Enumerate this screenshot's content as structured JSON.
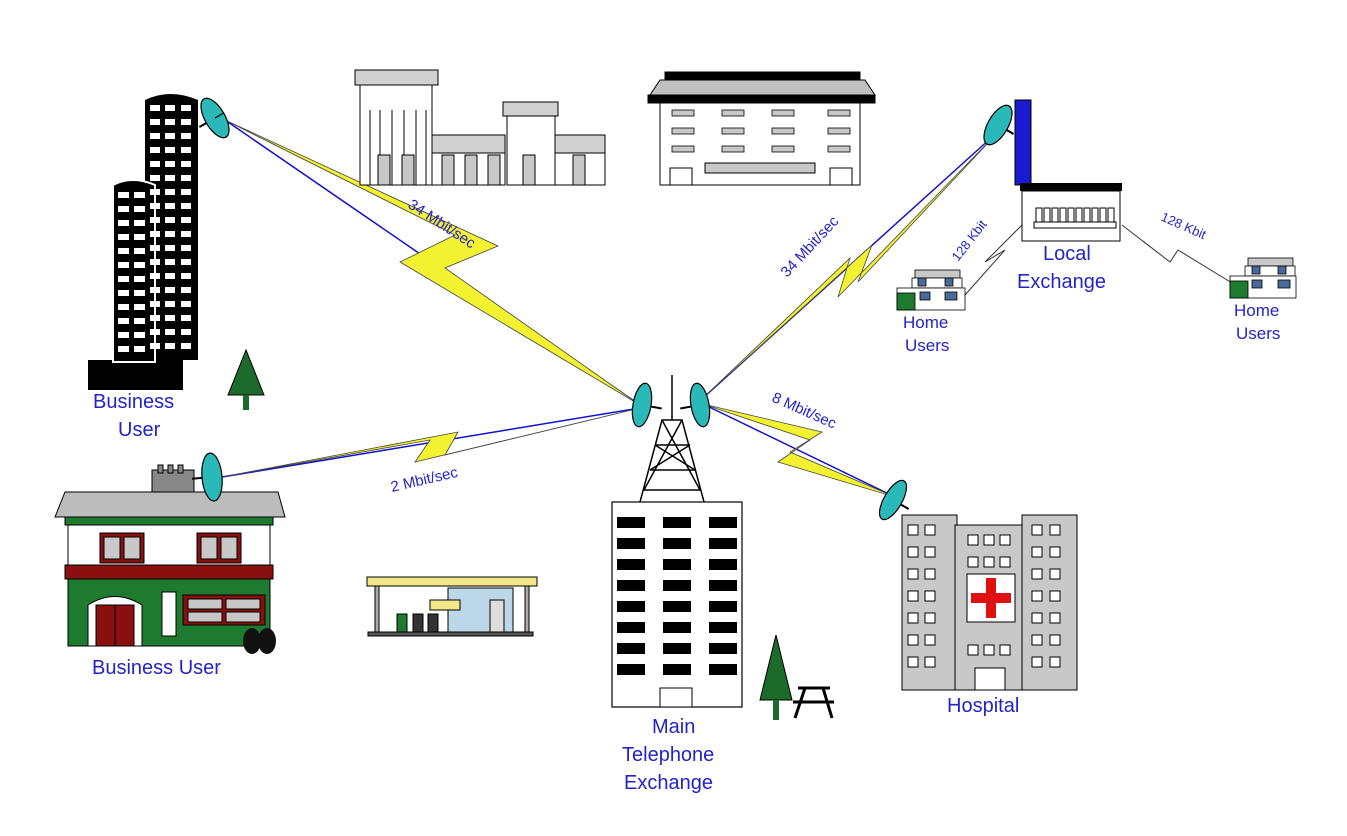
{
  "labels": {
    "business_user_tower": [
      "Business",
      "User"
    ],
    "business_user_house": "Business User",
    "main_exchange": [
      "Main",
      "Telephone",
      "Exchange"
    ],
    "local_exchange": [
      "Local",
      "Exchange"
    ],
    "home_users_left": [
      "Home",
      "Users"
    ],
    "home_users_right": [
      "Home",
      "Users"
    ],
    "hospital": "Hospital"
  },
  "links": {
    "tower_to_main": "34 Mbit/sec",
    "house_to_main": "2 Mbit/sec",
    "main_to_local": "34 Mbit/sec",
    "main_to_hospital": "8 Mbit/sec",
    "local_to_home_left": "128 Kbit",
    "local_to_home_right": "128 Kbit"
  },
  "colors": {
    "label_text": "#2323c8",
    "link_line": "#1010d0",
    "bolt_fill": "#f2f230",
    "dish": "#2ab8b8",
    "tower_dark": "#000000",
    "hospital_grey": "#c8c8c8",
    "red_cross": "#e01010",
    "house_green": "#1e7a2e",
    "house_red": "#8a1010",
    "tree_green": "#1c6b2a"
  }
}
